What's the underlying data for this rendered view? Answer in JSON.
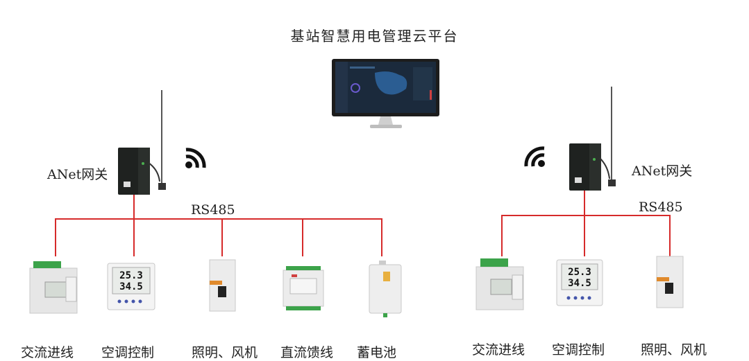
{
  "title": "基站智慧用电管理云平台",
  "left": {
    "gateway_label": "ANet网关",
    "bus_label": "RS485",
    "devices": [
      "交流进线",
      "空调控制",
      "照明、风机",
      "直流馈线",
      "蓄电池"
    ]
  },
  "right": {
    "gateway_label": "ANet网关",
    "bus_label": "RS485",
    "devices": [
      "交流进线",
      "空调控制",
      "照明、风机"
    ]
  },
  "thermo_readings": {
    "temp": "25.3",
    "hum": "34.5"
  },
  "colors": {
    "bus_line": "#d62a2a",
    "device_body": "#e6e6e6",
    "gateway_body": "#1f2220",
    "monitor_frame": "#1c1c1c"
  }
}
